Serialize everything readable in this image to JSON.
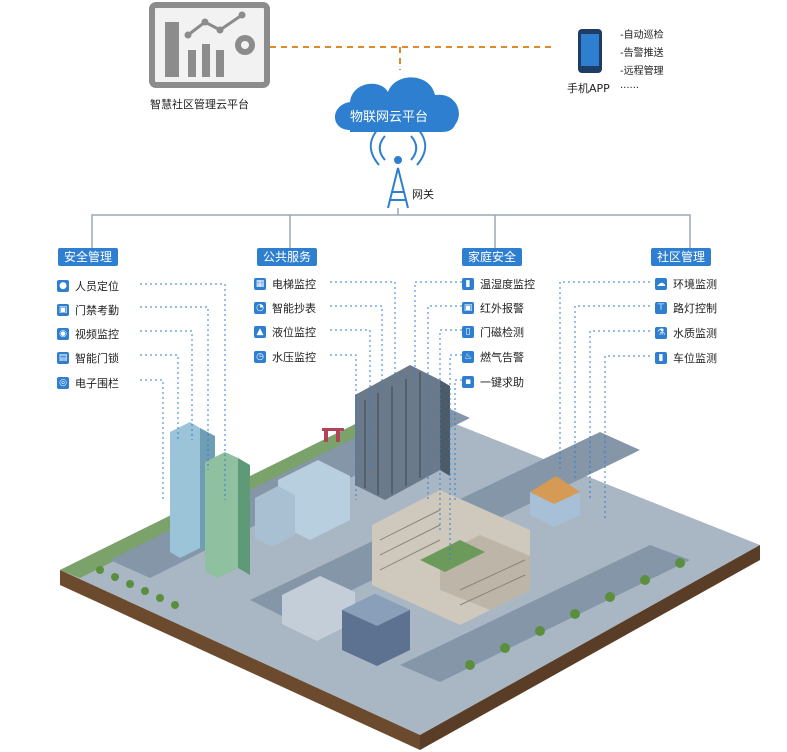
{
  "top": {
    "cloud_platform_label": "智慧社区管理云平台",
    "iot_cloud_label": "物联网云平台",
    "gateway_label": "网关",
    "app_label": "手机APP",
    "app_features": [
      "-自动巡检",
      "-告警推送",
      "-远程管理",
      "......"
    ]
  },
  "categories": [
    {
      "name": "安全管理",
      "items": [
        "人员定位",
        "门禁考勤",
        "视频监控",
        "智能门锁",
        "电子围栏"
      ]
    },
    {
      "name": "公共服务",
      "items": [
        "电梯监控",
        "智能抄表",
        "液位监控",
        "水压监控"
      ]
    },
    {
      "name": "家庭安全",
      "items": [
        "温湿度监控",
        "红外报警",
        "门磁检测",
        "燃气告警",
        "一键求助"
      ]
    },
    {
      "name": "社区管理",
      "items": [
        "环境监测",
        "路灯控制",
        "水质监测",
        "车位监测"
      ]
    }
  ],
  "icons": {
    "cat0": [
      "person-pin-icon",
      "door-access-icon",
      "camera-icon",
      "lock-icon",
      "fence-icon"
    ],
    "cat1": [
      "elevator-icon",
      "meter-icon",
      "level-icon",
      "pressure-icon"
    ],
    "cat2": [
      "thermometer-icon",
      "infrared-icon",
      "door-sensor-icon",
      "gas-icon",
      "sos-icon"
    ],
    "cat3": [
      "cloud-env-icon",
      "street-light-icon",
      "water-quality-icon",
      "parking-icon"
    ]
  },
  "colors": {
    "accent": "#2f7fd0",
    "connector": "#e08a2b",
    "ground": "#6f8aa6"
  }
}
